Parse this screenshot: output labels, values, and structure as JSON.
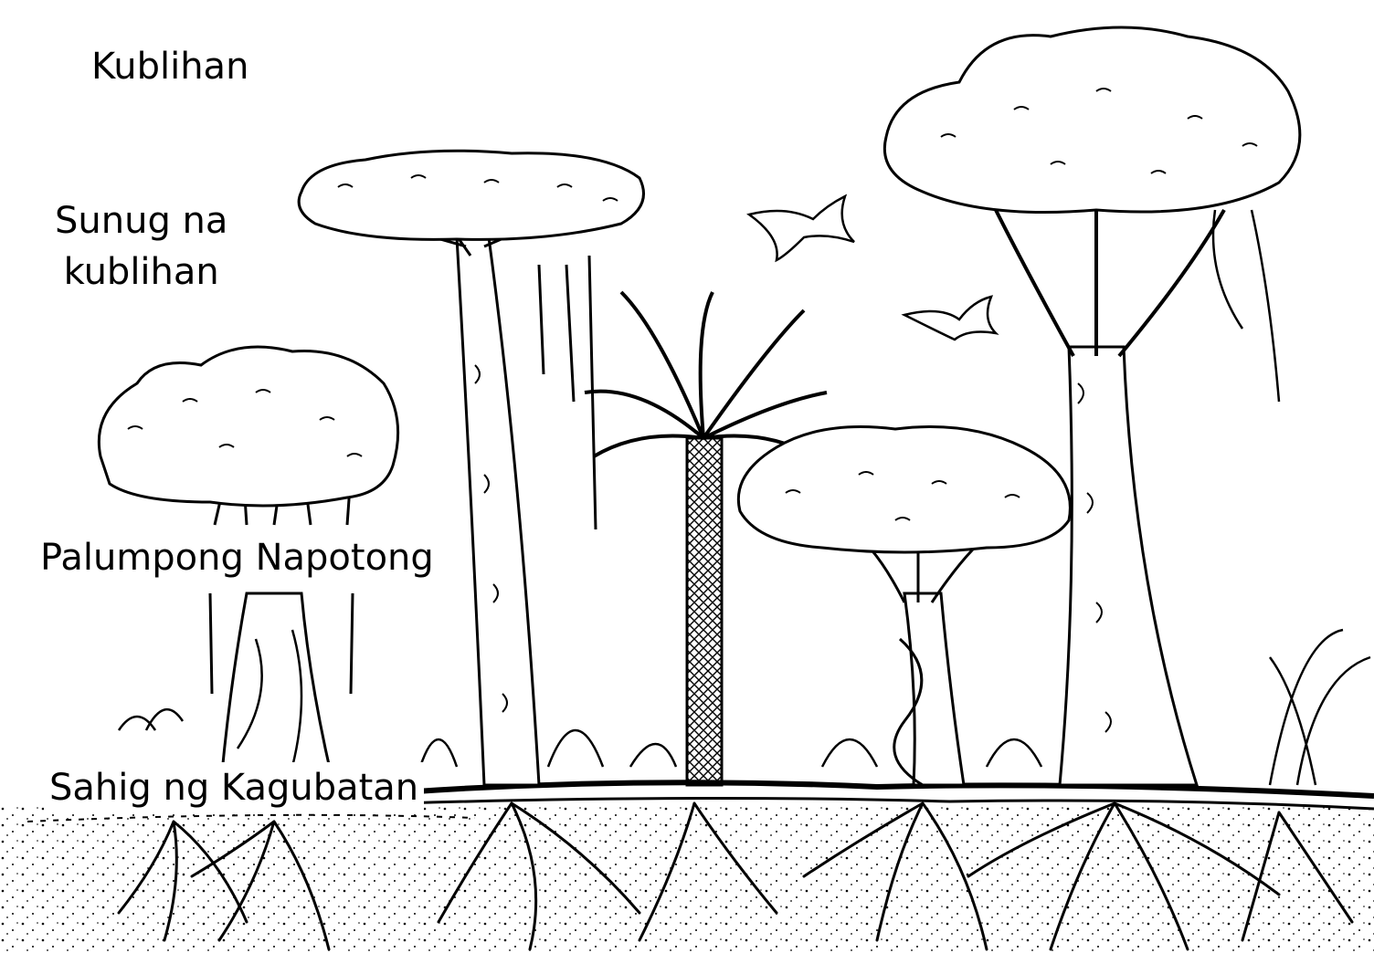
{
  "layers": {
    "emergent": "Kublihan",
    "canopy_line1": "Sunug na",
    "canopy_line2": "kublihan",
    "understory": "Palumpong Napotong",
    "forest_floor": "Sahig ng Kagubatan"
  },
  "colors": {
    "ink": "#000000",
    "paper": "#ffffff"
  }
}
